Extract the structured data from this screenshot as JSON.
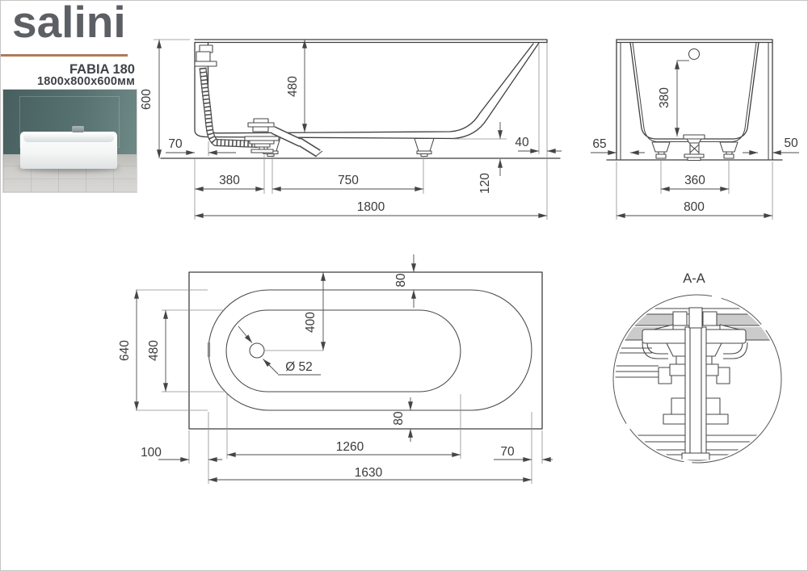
{
  "brand": {
    "logo": "salini",
    "model": "FABIA 180",
    "size": "1800x800x600мм"
  },
  "side_view": {
    "overall_height": "600",
    "inner_depth": "480",
    "drain_edge_offset": "70",
    "rim_edge_offset": "40",
    "drain_from_end": "380",
    "drain_to_leg": "750",
    "base_height": "120",
    "overall_length": "1800"
  },
  "front_view": {
    "overflow_height": "380",
    "left_offset": "65",
    "right_offset": "50",
    "leg_spacing": "360",
    "overall_width": "800"
  },
  "top_view": {
    "rim_width": "640",
    "basin_width": "480",
    "top_gap": "80",
    "drain_inset": "400",
    "drain_diameter": "Ø 52",
    "bottom_gap": "80",
    "left_gap": "100",
    "basin_length": "1260",
    "right_gap": "70",
    "rim_length": "1630"
  },
  "section_view": {
    "title": "A-A"
  },
  "colors": {
    "ink": "#3f3f3f",
    "accent_rule": "#b1795a",
    "wall_teal": "#577170",
    "floor_gray": "#cecdca",
    "section_fill": "#cbcbcb"
  }
}
